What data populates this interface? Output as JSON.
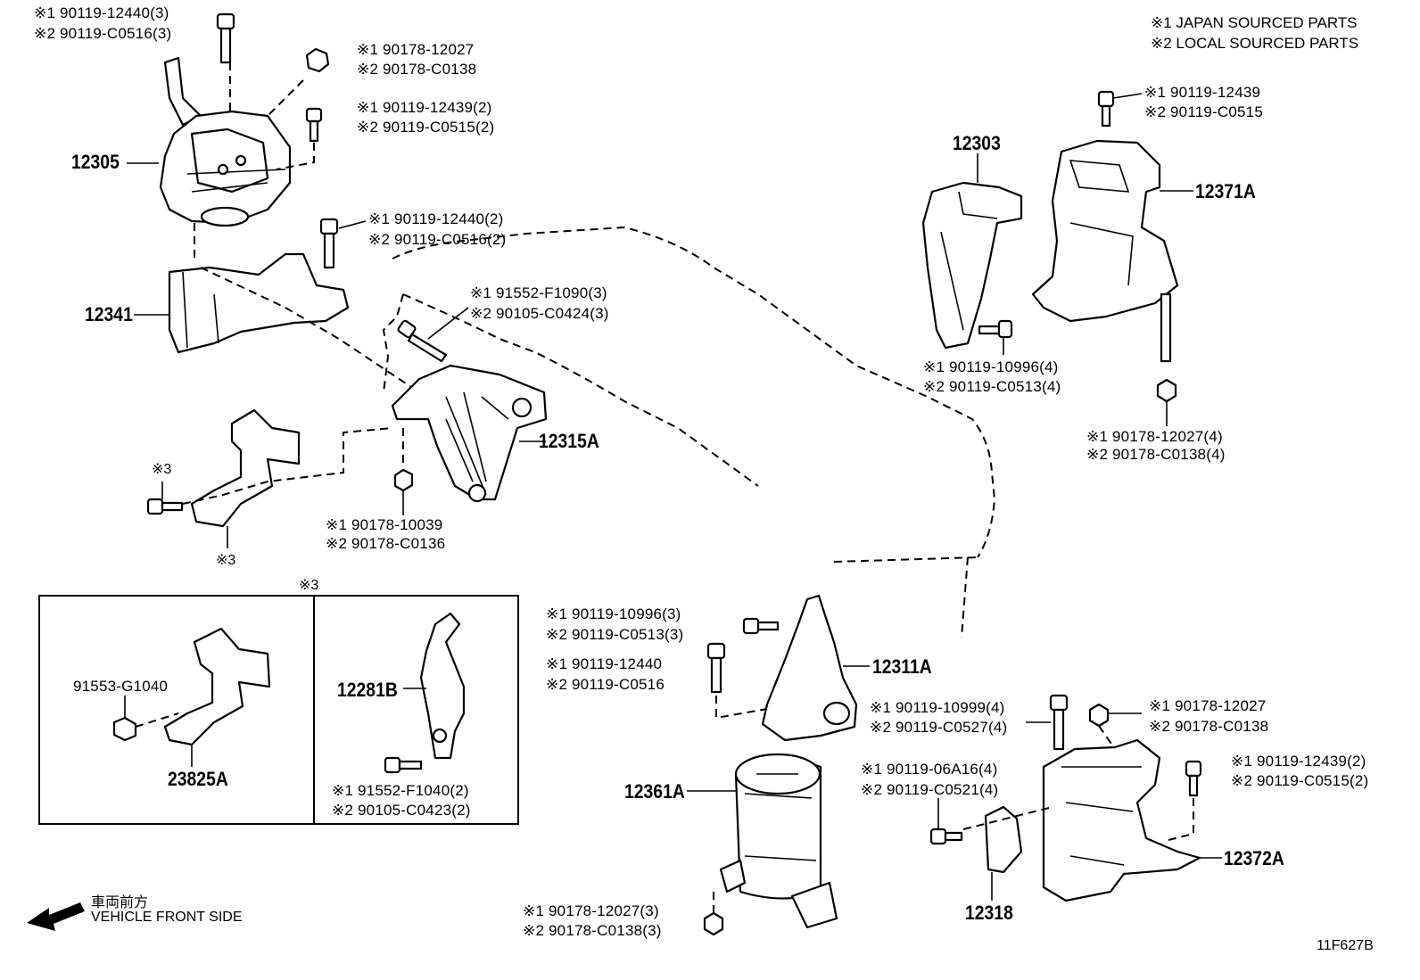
{
  "notes": {
    "japan": "※1 JAPAN SOURCED PARTS",
    "local": "※2 LOCAL SOURCED PARTS"
  },
  "direction": {
    "jp": "車両前方",
    "en": "VEHICLE FRONT SIDE"
  },
  "ref": "11F627B",
  "markers": {
    "box": "※3",
    "bolt": "※3",
    "bracket": "※3"
  },
  "parts": {
    "p12305": "12305",
    "p12341": "12341",
    "p12315A": "12315A",
    "p12303": "12303",
    "p12371A": "12371A",
    "p12311A": "12311A",
    "p12361A": "12361A",
    "p12318": "12318",
    "p12372A": "12372A",
    "p12281B": "12281B",
    "p23825A": "23825A"
  },
  "callouts": {
    "c1": [
      "※1 90119-12440(3)",
      "※2 90119-C0516(3)"
    ],
    "c2": [
      "※1 90178-12027",
      "※2 90178-C0138"
    ],
    "c3": [
      "※1 90119-12439(2)",
      "※2 90119-C0515(2)"
    ],
    "c4": [
      "※1 90119-12440(2)",
      "※2 90119-C0516(2)"
    ],
    "c5": [
      "※1 91552-F1090(3)",
      "※2 90105-C0424(3)"
    ],
    "c6": [
      "※1 90178-10039",
      "※2 90178-C0136"
    ],
    "c7": [
      "※1  90119-12439",
      "※2  90119-C0515"
    ],
    "c8": [
      "※1  90119-10996(4)",
      "※2  90119-C0513(4)"
    ],
    "c9": [
      "※1  90178-12027(4)",
      "※2  90178-C0138(4)"
    ],
    "c10": [
      "※1 90119-10996(3)",
      "※2 90119-C0513(3)"
    ],
    "c11": [
      "※1 90119-12440",
      "※2 90119-C0516"
    ],
    "c12": [
      "※1 90119-10999(4)",
      "※2 90119-C0527(4)"
    ],
    "c13": [
      "※1 90178-12027",
      "※2 90178-C0138"
    ],
    "c14": [
      "※1 90119-12439(2)",
      "※2 90119-C0515(2)"
    ],
    "c15": [
      "※1 90119-06A16(4)",
      "※2 90119-C0521(4)"
    ],
    "c16": [
      "※1 90178-12027(3)",
      "※2 90178-C0138(3)"
    ],
    "c17": [
      "※1 91552-F1040(2)",
      "※2 90105-C0423(2)"
    ],
    "c18": [
      "91553-G1040"
    ]
  }
}
